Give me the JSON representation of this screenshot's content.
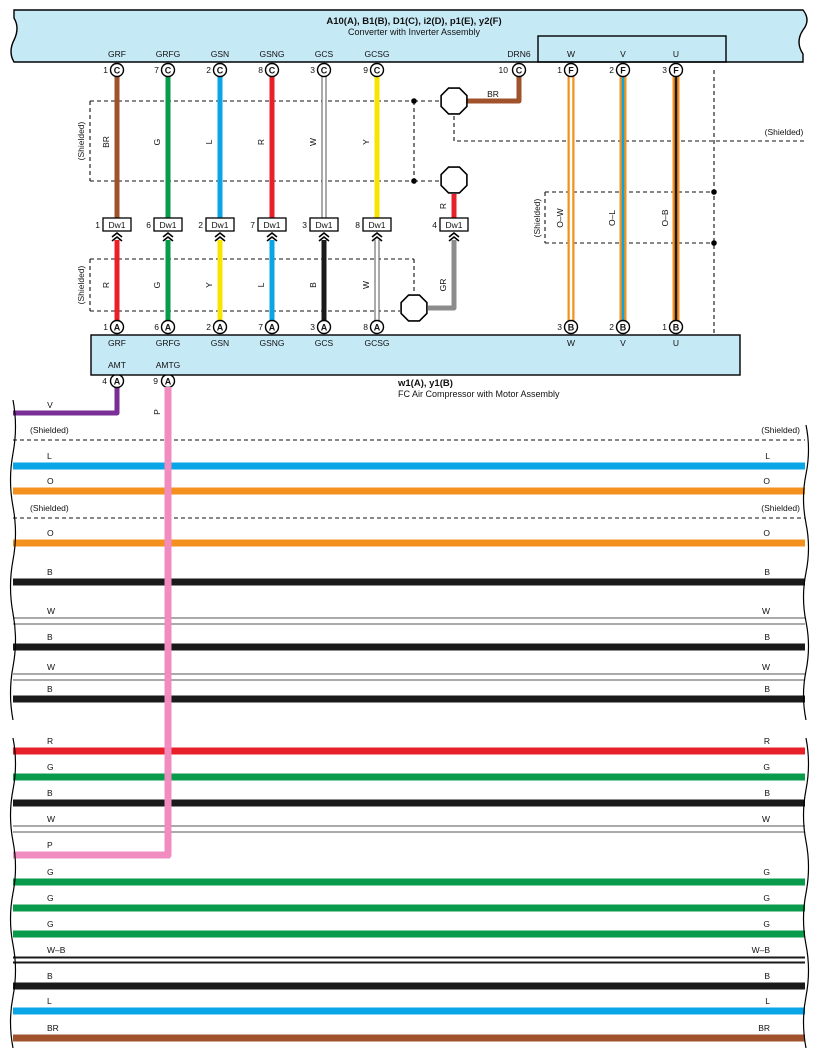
{
  "top_component": {
    "title": "A10(A), B1(B), D1(C), i2(D), p1(E), y2(F)",
    "name": "Converter with Inverter Assembly"
  },
  "bottom_component": {
    "title": "w1(A), y1(B)",
    "name": "FC Air Compressor with Motor Assembly"
  },
  "colors": {
    "BR": "#a0522d",
    "G": "#0a9a4b",
    "L": "#0aa5e6",
    "R": "#e8202a",
    "W": "#ffffff",
    "Y": "#f7e400",
    "B": "#1a1a1a",
    "GR": "#8c8c8c",
    "O": "#f4901e",
    "V": "#7a2f96",
    "P": "#f08cc0",
    "box": "#c6e9f6"
  },
  "signal_wires": [
    {
      "top_pin": "1",
      "top_conn": "C",
      "top_label": "GRF",
      "upper_color": "BR",
      "mid_pin": "1",
      "lower_color": "R",
      "bottom_pin": "1",
      "bottom_conn": "A",
      "bottom_label": "GRF"
    },
    {
      "top_pin": "7",
      "top_conn": "C",
      "top_label": "GRFG",
      "upper_color": "G",
      "mid_pin": "6",
      "lower_color": "G",
      "bottom_pin": "6",
      "bottom_conn": "A",
      "bottom_label": "GRFG"
    },
    {
      "top_pin": "2",
      "top_conn": "C",
      "top_label": "GSN",
      "upper_color": "L",
      "mid_pin": "2",
      "lower_color": "Y",
      "bottom_pin": "2",
      "bottom_conn": "A",
      "bottom_label": "GSN"
    },
    {
      "top_pin": "8",
      "top_conn": "C",
      "top_label": "GSNG",
      "upper_color": "R",
      "mid_pin": "7",
      "lower_color": "L",
      "bottom_pin": "7",
      "bottom_conn": "A",
      "bottom_label": "GSNG"
    },
    {
      "top_pin": "3",
      "top_conn": "C",
      "top_label": "GCS",
      "upper_color": "W",
      "mid_pin": "3",
      "lower_color": "B",
      "bottom_pin": "3",
      "bottom_conn": "A",
      "bottom_label": "GCS"
    },
    {
      "top_pin": "9",
      "top_conn": "C",
      "top_label": "GCSG",
      "upper_color": "Y",
      "mid_pin": "8",
      "lower_color": "W",
      "bottom_pin": "8",
      "bottom_conn": "A",
      "bottom_label": "GCSG"
    }
  ],
  "junction_connector": "Dw1",
  "drain": {
    "top_pin": "10",
    "top_conn": "C",
    "top_label": "DRN6",
    "color": "BR",
    "mid_pin": "4",
    "mid_color": "R",
    "lower_color": "GR"
  },
  "power_wires": [
    {
      "top_pin": "1",
      "top_conn": "F",
      "top_label": "W",
      "color": "O–W",
      "bottom_pin": "3",
      "bottom_conn": "B",
      "bottom_label": "W"
    },
    {
      "top_pin": "2",
      "top_conn": "F",
      "top_label": "V",
      "color": "O–L",
      "bottom_pin": "2",
      "bottom_conn": "B",
      "bottom_label": "V"
    },
    {
      "top_pin": "3",
      "top_conn": "F",
      "top_label": "U",
      "color": "O–B",
      "bottom_pin": "1",
      "bottom_conn": "B",
      "bottom_label": "U"
    }
  ],
  "shielded_label": "(Shielded)",
  "amt": {
    "pin": "4",
    "conn": "A",
    "label": "AMT",
    "color": "V"
  },
  "amtg": {
    "pin": "9",
    "conn": "A",
    "label": "AMTG",
    "color": "P"
  },
  "bus_wires": [
    {
      "kind": "shield",
      "left": "(Shielded)",
      "right": "(Shielded)"
    },
    {
      "kind": "wire",
      "color": "L",
      "left": "L",
      "right": "L"
    },
    {
      "kind": "wire",
      "color": "O",
      "left": "O",
      "right": "O"
    },
    {
      "kind": "shield",
      "left": "(Shielded)",
      "right": "(Shielded)"
    },
    {
      "kind": "wire",
      "color": "O",
      "left": "O",
      "right": "O"
    },
    {
      "kind": "wire",
      "color": "B",
      "left": "B",
      "right": "B"
    },
    {
      "kind": "wire",
      "color": "W",
      "left": "W",
      "right": "W"
    },
    {
      "kind": "wire",
      "color": "B",
      "left": "B",
      "right": "B"
    },
    {
      "kind": "wire",
      "color": "W",
      "left": "W",
      "right": "W"
    },
    {
      "kind": "wire",
      "color": "B",
      "left": "B",
      "right": "B"
    },
    {
      "kind": "wire",
      "color": "R",
      "left": "R",
      "right": "R"
    },
    {
      "kind": "wire",
      "color": "G",
      "left": "G",
      "right": "G"
    },
    {
      "kind": "wire",
      "color": "B",
      "left": "B",
      "right": "B"
    },
    {
      "kind": "wire",
      "color": "W",
      "left": "W",
      "right": "W"
    },
    {
      "kind": "wire",
      "color": "P",
      "left": "P",
      "right": ""
    },
    {
      "kind": "wire",
      "color": "G",
      "left": "G",
      "right": "G"
    },
    {
      "kind": "wire",
      "color": "G",
      "left": "G",
      "right": "G"
    },
    {
      "kind": "wire",
      "color": "G",
      "left": "G",
      "right": "G"
    },
    {
      "kind": "wire",
      "color": "W–B",
      "left": "W–B",
      "right": "W–B"
    },
    {
      "kind": "wire",
      "color": "B",
      "left": "B",
      "right": "B"
    },
    {
      "kind": "wire",
      "color": "L",
      "left": "L",
      "right": "L"
    },
    {
      "kind": "wire",
      "color": "BR",
      "left": "BR",
      "right": "BR"
    }
  ]
}
